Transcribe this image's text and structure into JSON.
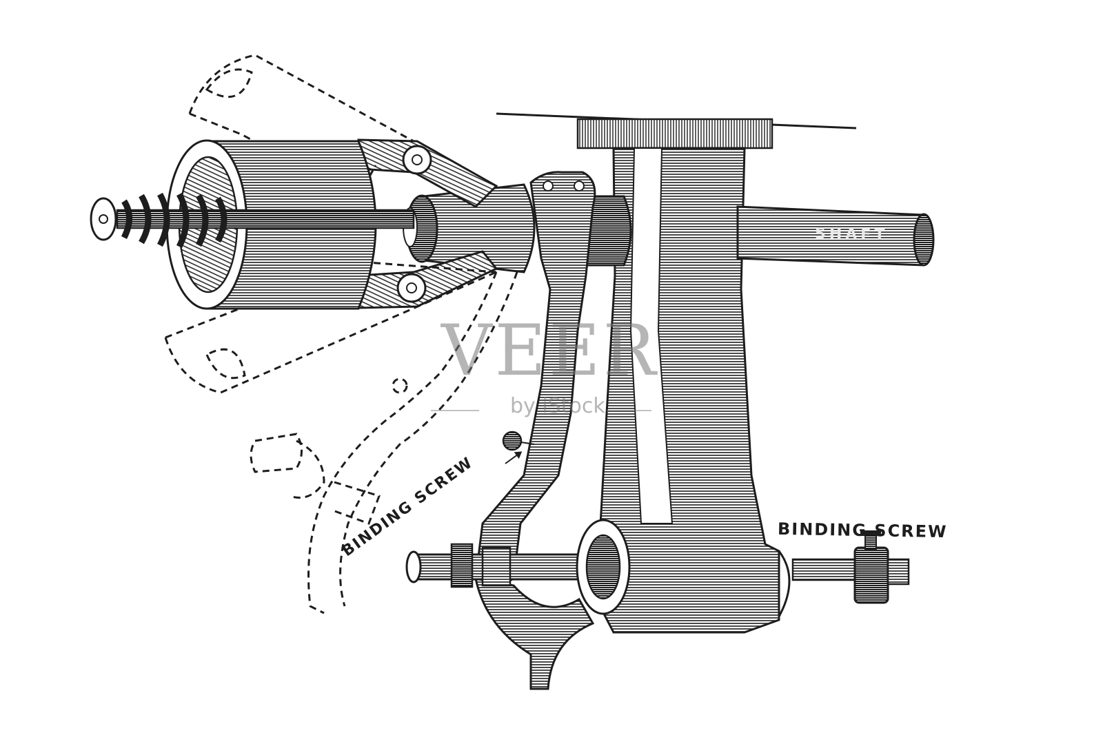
{
  "labels": {
    "shaft": "SHAFT",
    "binding_screw_left": "BINDING SCREW",
    "binding_screw_right": "BINDING SCREW"
  },
  "watermark": {
    "brand": "VEER",
    "sub": "by iStock"
  },
  "colors": {
    "ink": "#1d1d1d",
    "paper": "#ffffff",
    "watermark": "#8a8a8a"
  }
}
